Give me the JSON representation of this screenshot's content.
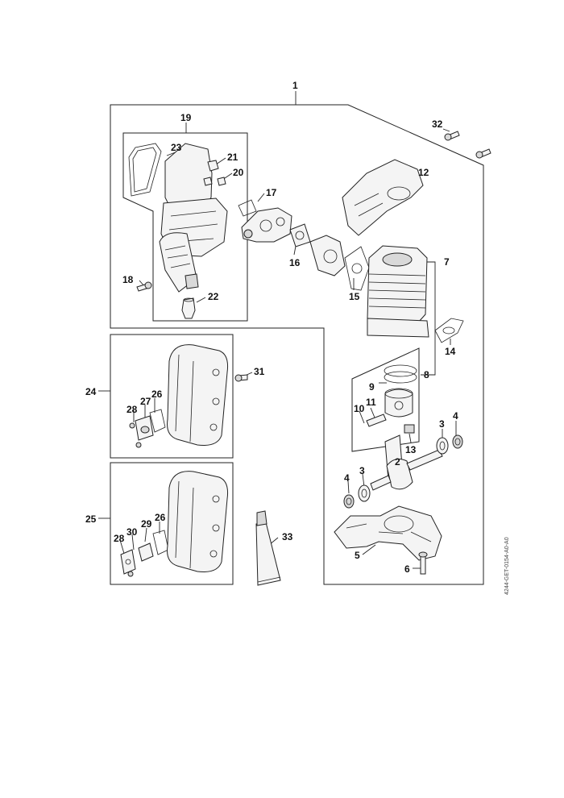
{
  "doc_ref": "4244-GET-0154-A0-A0",
  "labels": {
    "p1": "1",
    "p2": "2",
    "p3a": "3",
    "p3b": "3",
    "p4a": "4",
    "p4b": "4",
    "p5": "5",
    "p6": "6",
    "p7": "7",
    "p8": "8",
    "p9": "9",
    "p10": "10",
    "p11": "11",
    "p12": "12",
    "p13": "13",
    "p14": "14",
    "p15": "15",
    "p16": "16",
    "p17": "17",
    "p18": "18",
    "p19": "19",
    "p20": "20",
    "p21": "21",
    "p22": "22",
    "p23": "23",
    "p24": "24",
    "p25": "25",
    "p26a": "26",
    "p26b": "26",
    "p27": "27",
    "p28a": "28",
    "p28b": "28",
    "p29": "29",
    "p30": "30",
    "p31": "31",
    "p32": "32",
    "p33": "33"
  }
}
